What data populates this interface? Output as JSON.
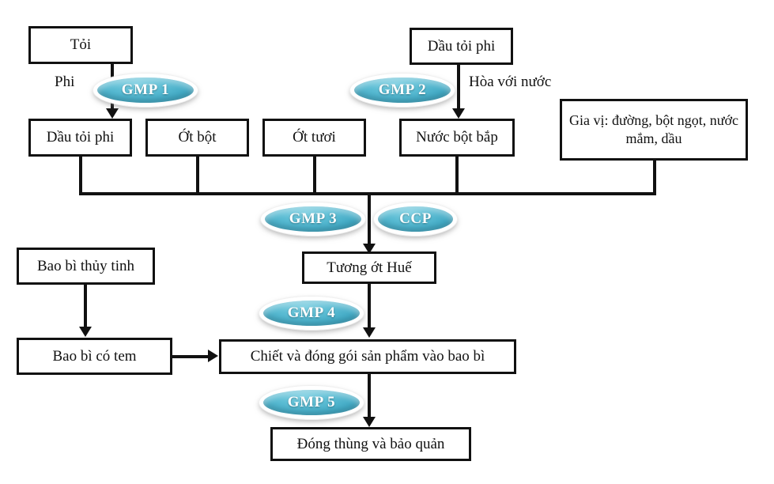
{
  "diagram": {
    "title": "Quy trinh san xuat tuong ot Hue",
    "accent_color": "#4BACC6",
    "line_color": "#111111",
    "box_fill": "#FFFFFF",
    "badge_text_color": "#FFFFFF"
  },
  "boxes": {
    "toi": "Tỏi",
    "dau_toi_phi_top": "Dầu tỏi phi",
    "dau_toi_phi": "Dầu tỏi phi",
    "ot_bot": "Ớt bột",
    "ot_tuoi": "Ớt tươi",
    "nuoc_bot_bap": "Nước bột bắp",
    "gia_vi": "Gia vị: đường, bột ngọt, nước mắm, dầu",
    "tuong_ot_hue": "Tương ớt Huế",
    "bao_bi_thuy_tinh": "Bao bì thủy tinh",
    "bao_bi_co_tem": "Bao bì có tem",
    "chiet_dong_goi": "Chiết và đóng gói sản phẩm vào bao bì",
    "dong_thung": "Đóng thùng và bảo quản"
  },
  "edge_labels": {
    "phi": "Phi",
    "hoa_voi_nuoc": "Hòa với nước"
  },
  "badges": {
    "gmp1": "GMP 1",
    "gmp2": "GMP 2",
    "gmp3": "GMP 3",
    "ccp": "CCP",
    "gmp4": "GMP 4",
    "gmp5": "GMP 5"
  }
}
